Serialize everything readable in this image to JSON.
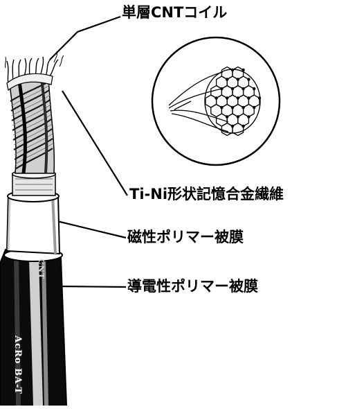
{
  "labels": {
    "cnt_coil": "単層CNTコイル",
    "tini_fiber": "Ti-Ni形状記憶合金繊維",
    "magnetic_film": "磁性ポリマー被膜",
    "conductive_film": "導電性ポリマー被膜"
  },
  "jacket": {
    "print_main": "AcRo BA-T",
    "print_secondary": "CNT"
  },
  "colors": {
    "ink": "#000000",
    "paper": "#ffffff"
  }
}
